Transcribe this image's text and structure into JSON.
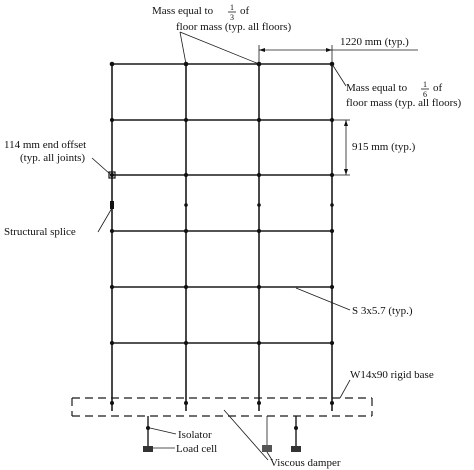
{
  "labels": {
    "top_mass_prefix": "Mass equal to",
    "top_mass_frac_num": "1",
    "top_mass_frac_den": "3",
    "top_mass_suffix": "of",
    "top_mass_line2": "floor mass (typ. all floors)",
    "side_mass_prefix": "Mass equal to",
    "side_mass_frac_num": "1",
    "side_mass_frac_den": "6",
    "side_mass_suffix": "of",
    "side_mass_line2": "floor mass (typ. all floors)",
    "bay_width": "1220 mm (typ.)",
    "story_height": "915 mm (typ.)",
    "end_offset_line1": "114 mm end offset",
    "end_offset_line2": "(typ. all joints)",
    "splice": "Structural splice",
    "column_section": "S 3x5.7 (typ.)",
    "base": "W14x90 rigid base",
    "isolator": "Isolator",
    "load_cell": "Load cell",
    "damper": "Viscous damper"
  }
}
